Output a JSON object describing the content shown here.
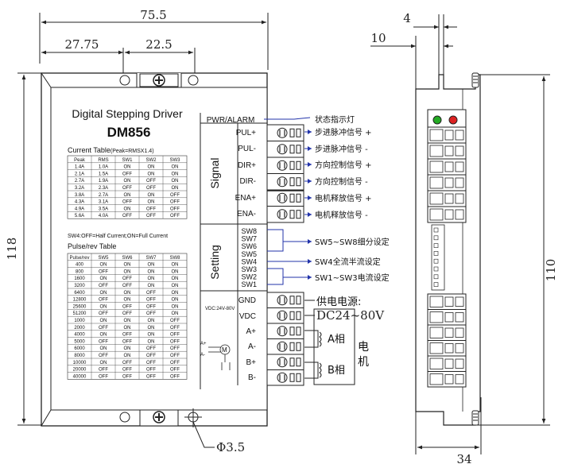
{
  "dimensions": {
    "total_width": "75.5",
    "left_offset": "27.75",
    "hole_spacing": "22.5",
    "height": "118",
    "side_top_small": "4",
    "side_top_offset": "10",
    "side_height": "110",
    "side_width": "34",
    "hole_diameter": "Φ3.5"
  },
  "label_panel": {
    "title": "Digital Stepping Driver",
    "model": "DM856",
    "current_table_title": "Current Table",
    "current_table_note": "(Peak=RMSX1.4)",
    "current_headers": [
      "Peak",
      "RMS",
      "SW1",
      "SW2",
      "SW3"
    ],
    "current_rows": [
      [
        "1.4A",
        "1.0A",
        "ON",
        "ON",
        "ON"
      ],
      [
        "2.1A",
        "1.5A",
        "OFF",
        "ON",
        "ON"
      ],
      [
        "2.7A",
        "1.9A",
        "ON",
        "OFF",
        "ON"
      ],
      [
        "3.2A",
        "2.3A",
        "OFF",
        "OFF",
        "ON"
      ],
      [
        "3.8A",
        "2.7A",
        "ON",
        "ON",
        "OFF"
      ],
      [
        "4.3A",
        "3.1A",
        "OFF",
        "ON",
        "OFF"
      ],
      [
        "4.9A",
        "3.5A",
        "ON",
        "OFF",
        "OFF"
      ],
      [
        "5.6A",
        "4.0A",
        "OFF",
        "OFF",
        "OFF"
      ]
    ],
    "sw4_note": "SW4:OFF=Half Current;ON=Full Current",
    "pulse_table_title": "Pulse/rev Table",
    "pulse_headers": [
      "Pulse/rev",
      "SW5",
      "SW6",
      "SW7",
      "SW8"
    ],
    "pulse_rows": [
      [
        "400",
        "ON",
        "ON",
        "ON",
        "ON"
      ],
      [
        "800",
        "OFF",
        "ON",
        "ON",
        "ON"
      ],
      [
        "1600",
        "ON",
        "OFF",
        "ON",
        "ON"
      ],
      [
        "3200",
        "OFF",
        "OFF",
        "ON",
        "ON"
      ],
      [
        "6400",
        "ON",
        "ON",
        "OFF",
        "ON"
      ],
      [
        "12800",
        "OFF",
        "ON",
        "OFF",
        "ON"
      ],
      [
        "25600",
        "ON",
        "OFF",
        "OFF",
        "ON"
      ],
      [
        "51200",
        "OFF",
        "OFF",
        "OFF",
        "ON"
      ],
      [
        "1000",
        "ON",
        "ON",
        "ON",
        "OFF"
      ],
      [
        "2000",
        "OFF",
        "ON",
        "ON",
        "OFF"
      ],
      [
        "4000",
        "ON",
        "OFF",
        "ON",
        "OFF"
      ],
      [
        "5000",
        "OFF",
        "OFF",
        "ON",
        "OFF"
      ],
      [
        "6000",
        "ON",
        "ON",
        "OFF",
        "OFF"
      ],
      [
        "8000",
        "OFF",
        "ON",
        "OFF",
        "OFF"
      ],
      [
        "10000",
        "ON",
        "OFF",
        "OFF",
        "OFF"
      ],
      [
        "20000",
        "OFF",
        "OFF",
        "OFF",
        "OFF"
      ],
      [
        "40000",
        "OFF",
        "OFF",
        "OFF",
        "OFF"
      ]
    ],
    "vdc_note": "VDC:24V-80V",
    "motor_a_plus": "A+",
    "motor_a_minus": "A-",
    "motor_symbol": "M"
  },
  "signal_section": {
    "pwr_alarm": "PWR/ALARM",
    "section_label": "Signal",
    "pins": [
      "PUL+",
      "PUL-",
      "DIR+",
      "DIR-",
      "ENA+",
      "ENA-"
    ]
  },
  "setting_section": {
    "section_label": "Setting",
    "switches": [
      "SW8",
      "SW7",
      "SW6",
      "SW5",
      "SW4",
      "SW3",
      "SW2",
      "SW1"
    ]
  },
  "power_section": {
    "pins": [
      "GND",
      "VDC",
      "A+",
      "A-",
      "B+",
      "B-"
    ]
  },
  "annotations": {
    "status_light": "状态指示灯",
    "pul_plus": "步进脉冲信号 +",
    "pul_minus": "步进脉冲信号 -",
    "dir_plus": "方向控制信号 +",
    "dir_minus": "方向控制信号 -",
    "ena_plus": "电机释放信号 +",
    "ena_minus": "电机释放信号 -",
    "sw5_sw8": "SW5~SW8细分设定",
    "sw4": "SW4全流半流设定",
    "sw1_sw3": "SW1~SW3电流设定",
    "power_label": "供电电源:",
    "power_range": "DC24~80V",
    "a_phase": "A相",
    "b_phase": "B相",
    "motor_1": "电",
    "motor_2": "机"
  },
  "colors": {
    "green_led": "#22aa22",
    "red_led": "#dd2222",
    "annotation_line": "#2233aa"
  }
}
